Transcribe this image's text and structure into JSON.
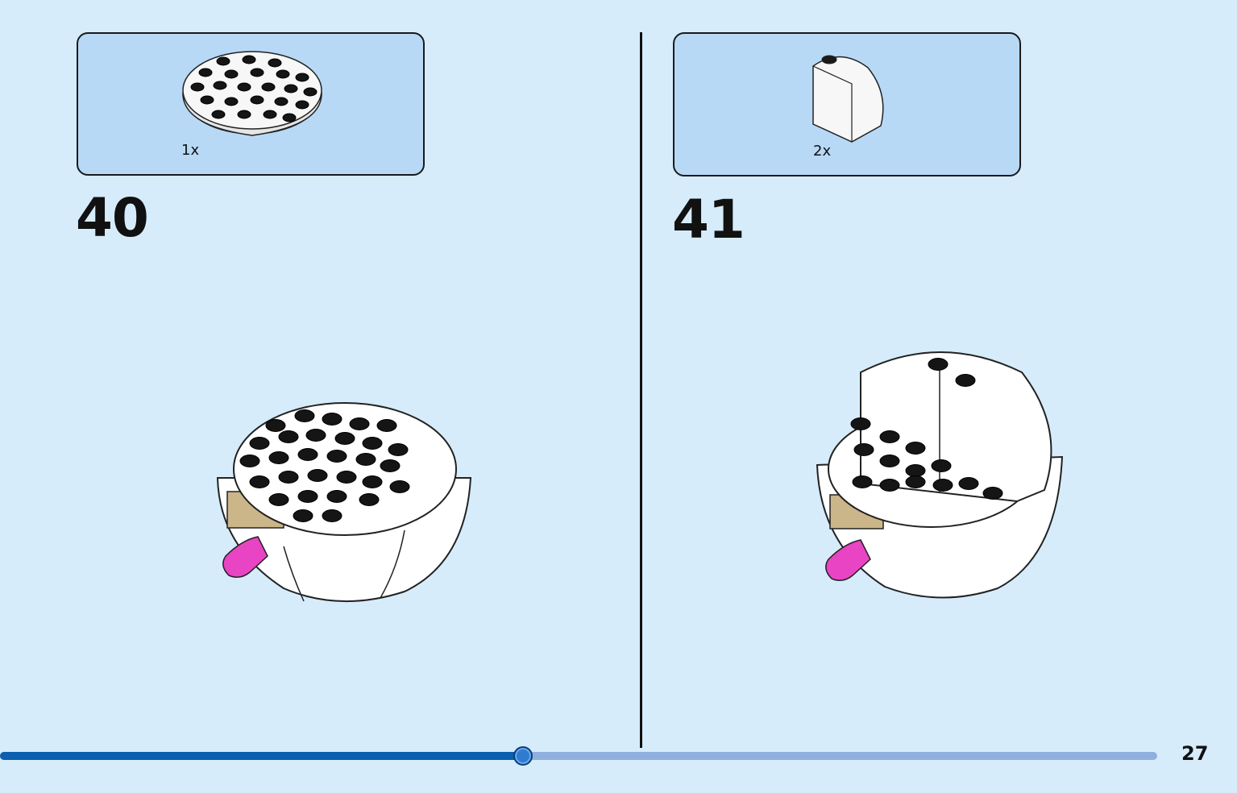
{
  "steps": [
    {
      "number": "40",
      "parts": [
        {
          "quantity": "1x",
          "part_icon": "round-plate-8x8-white-icon"
        }
      ],
      "model_icon": "sphere-base-with-round-plate-icon"
    },
    {
      "number": "41",
      "parts": [
        {
          "quantity": "2x",
          "part_icon": "quarter-dome-brick-white-icon"
        }
      ],
      "model_icon": "sphere-with-two-quarter-domes-icon"
    }
  ],
  "progress": {
    "fraction": 0.452
  },
  "page_number": "27",
  "colors": {
    "page_background": "#d6ecfb",
    "parts_box": "#b7d9f6",
    "progress_fill": "#0a5fae",
    "progress_track": "#8fb0de",
    "accent_pink": "#e844c4",
    "accent_tan": "#cbb68a"
  }
}
